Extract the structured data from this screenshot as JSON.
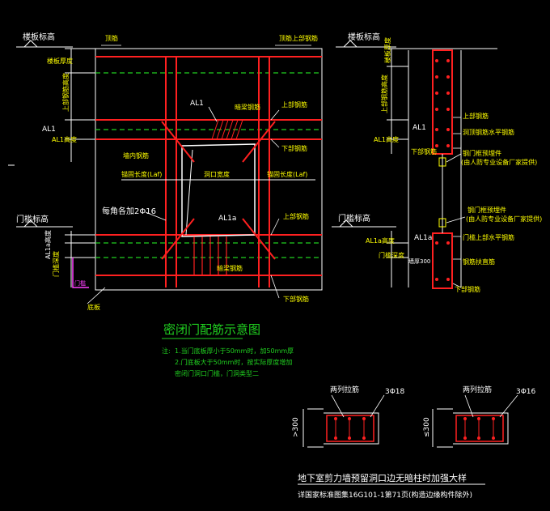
{
  "colors": {
    "background": "#000000",
    "white": "#ffffff",
    "red": "#ff2020",
    "green": "#20d020",
    "yellow": "#ffff00",
    "magenta": "#ff40ff",
    "cyan": "#00ffff"
  },
  "left": {
    "floor_level": "楼板标高",
    "slab_thickness": "楼板厚度",
    "top_rebar": "顶筋",
    "top_rebar_right": "顶筋上部钢筋",
    "lintel_height": "上部钢筋高度",
    "al1": "AL1",
    "al1_height": "AL1高度",
    "hidden_beam_rebar": "暗梁钢筋",
    "top_bar_right": "上部钢筋",
    "bottom_bar_right": "下部钢筋",
    "sleeve_note": "墙内钢筋",
    "hole_width_left": "锚固长度(Laf)",
    "hole_width_mid": "洞口宽度",
    "hole_width_right": "锚固长度(Laf)",
    "corner_rebar": "每角各加2Φ16",
    "al1a": "AL1a",
    "door_level": "门槛标高",
    "al1a_height": "AL1a高度",
    "door_depth": "门槛深度",
    "floor_bottom": "底板",
    "hidden_beam_rebar2": "暗梁钢筋",
    "top_bar_right2": "上部钢筋",
    "bottom_bar_right2": "下部钢筋",
    "slab_edge": "门槛"
  },
  "right": {
    "floor_level": "楼板标高",
    "slab_thickness": "楼板厚度",
    "top_height": "上部钢筋高度",
    "al1": "AL1",
    "al1_height": "AL1高度",
    "top_bar": "上部钢筋",
    "lintel_bottom": "洞顶钢筋水平钢筋",
    "bottom_bar": "下部钢筋",
    "note1a": "钢门框预埋件",
    "note1b": "(由人防专业设备厂家提供)",
    "note2a": "钢门框预埋件",
    "note2b": "(由人防专业设备厂家提供)",
    "door_level": "门槛标高",
    "al1a": "AL1a",
    "al1a_height": "AL1a高度",
    "depth": "门槛深度",
    "width_label": "墙厚300",
    "sill_top": "门槛上部水平钢筋",
    "ins_bar": "钢筋扶直筋",
    "bottom_bar2": "下部钢筋"
  },
  "title": {
    "main": "密闭门配筋示意图",
    "note_prefix": "注:",
    "note1": "1.当门底板厚小于50mm时，加50mm厚",
    "note2": "2.门底板大于50mm时，按实际厚度增加",
    "note3": "  密闭门洞口门槛，门洞类型二"
  },
  "details": {
    "left_label": "两列拉筋",
    "left_bar": "3Φ18",
    "left_dim": ">300",
    "right_label": "两列拉筋",
    "right_bar": "3Φ16",
    "right_dim": "≤300"
  },
  "footer": {
    "title": "地下室剪力墙预留洞口边无暗柱时加强大样",
    "sub": "详国家标准图集16G101-1第71页(构造边缘构件除外)"
  }
}
